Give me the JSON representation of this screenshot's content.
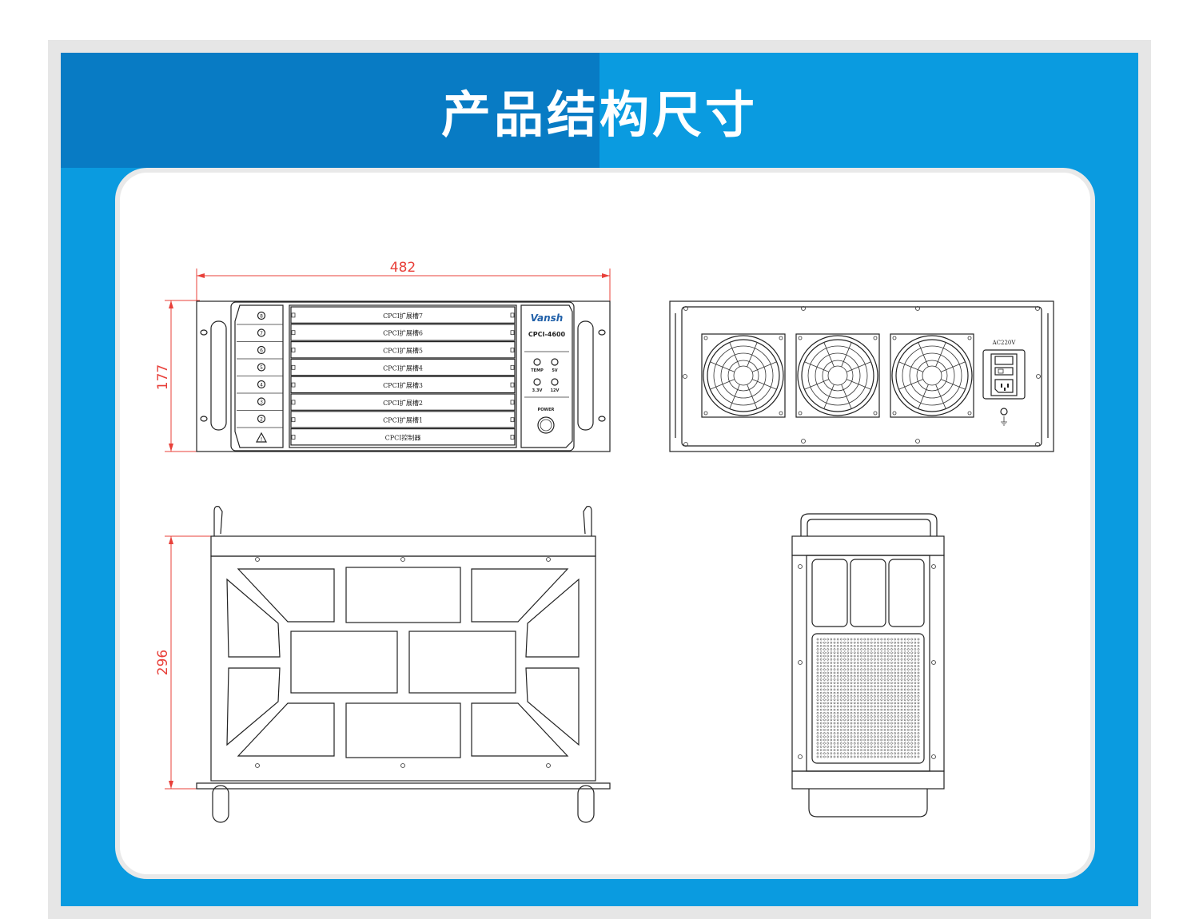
{
  "page": {
    "title": "产品结构尺寸"
  },
  "dimensions": {
    "front_width": "482",
    "front_height": "177",
    "side_depth": "296"
  },
  "front_panel": {
    "slot_numbers": [
      "8",
      "7",
      "6",
      "5",
      "4",
      "3",
      "2"
    ],
    "slots": [
      "CPCI扩展槽7",
      "CPCI扩展槽6",
      "CPCI扩展槽5",
      "CPCI扩展槽4",
      "CPCI扩展槽3",
      "CPCI扩展槽2",
      "CPCI扩展槽1",
      "CPCI控制器"
    ],
    "brand": "Vansh",
    "model": "CPCI-4600",
    "indicators": [
      "TEMP",
      "5V",
      "3.3V",
      "12V"
    ],
    "power_label": "POWER"
  },
  "rear_panel": {
    "power_input_label": "AC220V"
  },
  "colors": {
    "panel_blue": "#0a9be0",
    "panel_blue_dark": "#087bc4",
    "dimension_red": "#e8403a"
  }
}
